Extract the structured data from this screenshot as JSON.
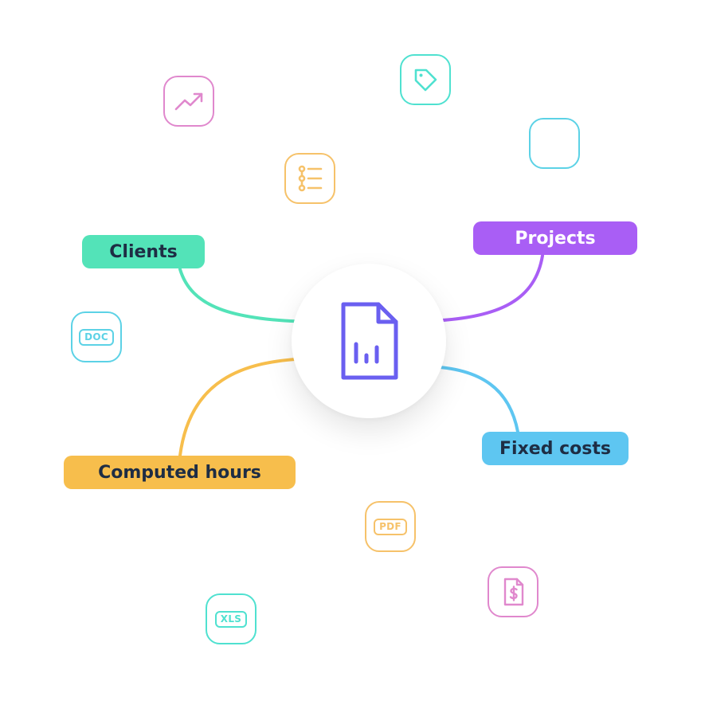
{
  "labels": {
    "clients": "Clients",
    "projects": "Projects",
    "computed_hours": "Computed hours",
    "fixed_costs": "Fixed costs"
  },
  "badges": {
    "doc": "DOC",
    "pdf": "PDF",
    "xls": "XLS"
  },
  "icons": {
    "center": "report-document-icon",
    "tiles": [
      "trend-up-icon",
      "price-tag-icon",
      "blank-tile",
      "list-icon",
      "doc-file-icon",
      "pdf-file-icon",
      "dollar-document-icon",
      "xls-file-icon"
    ]
  },
  "colors": {
    "clients": "#53e3b8",
    "projects": "#a95ef5",
    "computed_hours": "#f7be4c",
    "fixed_costs": "#5ec6f1",
    "label_text_dark": "#1e2d44",
    "label_text_light": "#ffffff",
    "center_icon": "#6a5ff0",
    "pink": "#e088cd",
    "teal": "#4fe1d0",
    "amber": "#f6c26a",
    "cyan": "#5cd2e6"
  }
}
